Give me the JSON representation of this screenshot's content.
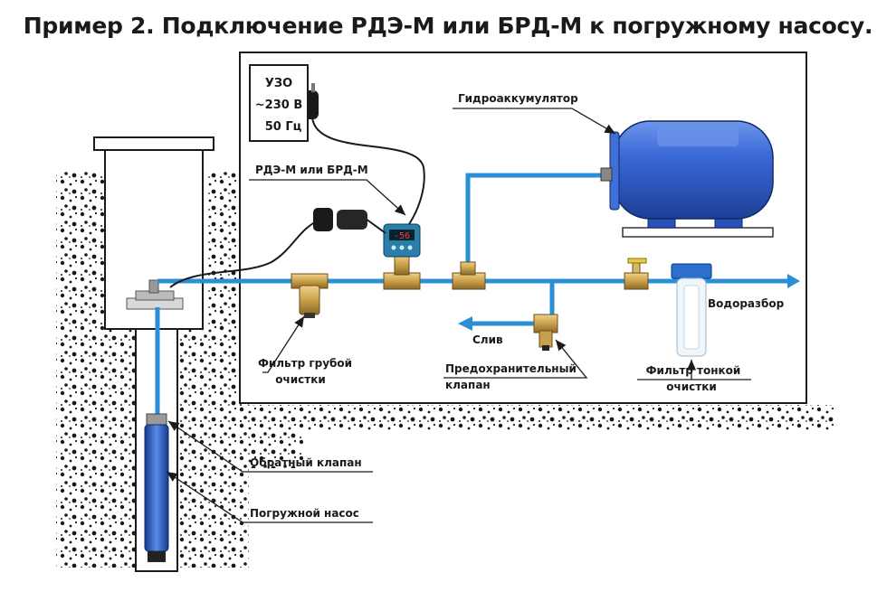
{
  "title": "Пример 2. Подключение РДЭ-М или БРД-М к погружному насосу.",
  "labels": {
    "uzo_line1": "УЗО",
    "uzo_line2": "~230 В",
    "uzo_line3": "50 Гц",
    "controller": "РДЭ-М или БРД-М",
    "accumulator": "Гидроаккумулятор",
    "water_outlet": "Водоразбор",
    "drain": "Слив",
    "coarse_filter_line1": "Фильтр грубой",
    "coarse_filter_line2": "очистки",
    "safety_valve_line1": "Предохранительный",
    "safety_valve_line2": "клапан",
    "fine_filter_line1": "Фильтр тонкой",
    "fine_filter_line2": "очистки",
    "check_valve": "Обратный клапан",
    "pump": "Погружной насос",
    "display": "-56"
  },
  "colors": {
    "pipe": "#2a8fd6",
    "tank": "#2c5fc7",
    "brass": "#c9a04a",
    "controller": "#2a7fa8",
    "soil": "#1a1a1a"
  }
}
